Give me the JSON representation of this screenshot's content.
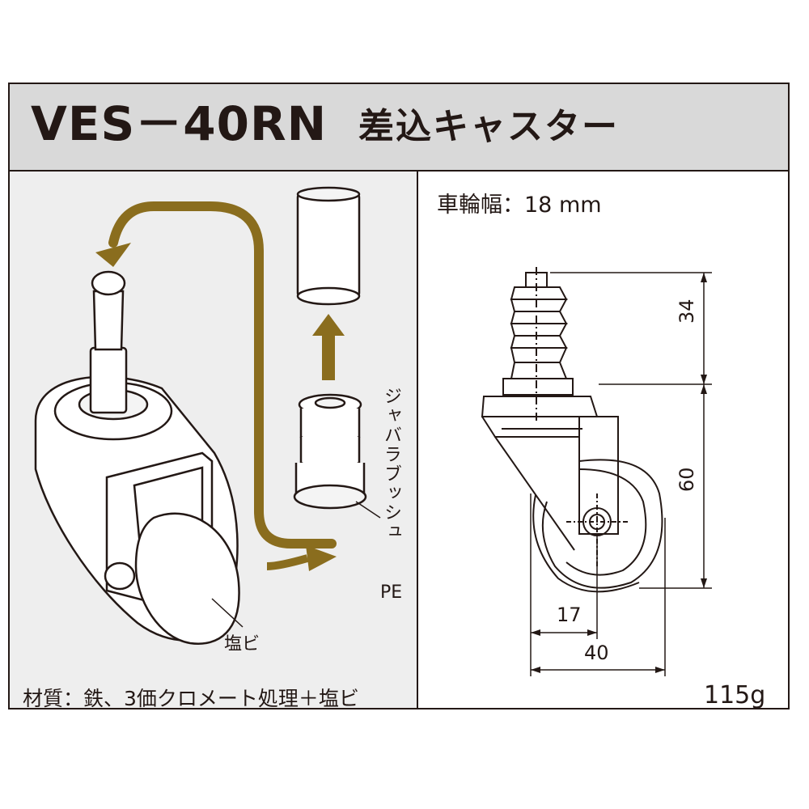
{
  "header": {
    "model": "VES－40RN",
    "name": "差込キャスター"
  },
  "specs": {
    "wheel_width": "車輪幅：18 mm",
    "material": "材質：鉄、3価クロメート処理＋塩ビ",
    "weight": "115g"
  },
  "parts": {
    "bushing": "ジャバラブッシュ",
    "bushing_material": "PE",
    "wheel_material": "塩ビ"
  },
  "dimensions": {
    "stem_height": "34",
    "body_height": "60",
    "axle_offset": "17",
    "overall_width": "40"
  },
  "colors": {
    "arrow": "#8a6d1e",
    "outline": "#231815",
    "left_panel_bg": "#eeeeee",
    "header_bg": "#d9d9d9"
  }
}
